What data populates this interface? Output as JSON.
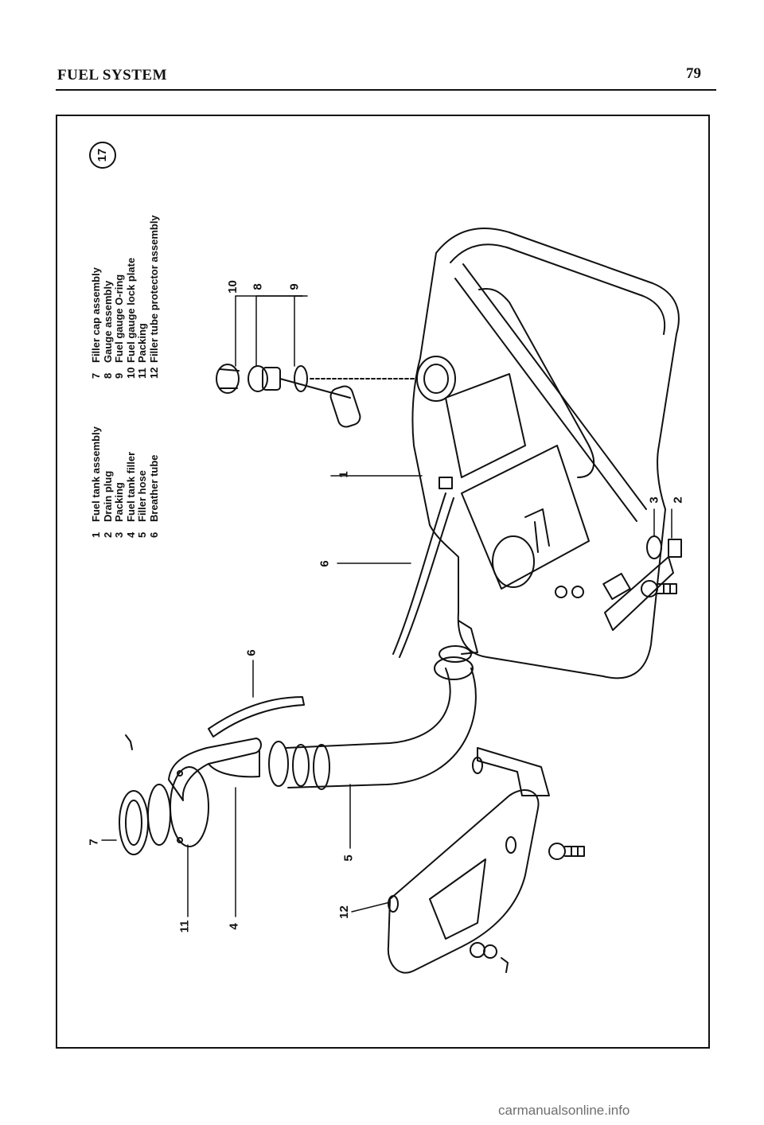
{
  "header": {
    "title": "FUEL SYSTEM",
    "page_number": "79"
  },
  "figure": {
    "number": "17"
  },
  "legend": {
    "col_a": [
      {
        "num": "1",
        "label": "Fuel tank assembly"
      },
      {
        "num": "2",
        "label": "Drain plug"
      },
      {
        "num": "3",
        "label": "Packing"
      },
      {
        "num": "4",
        "label": "Fuel tank filler"
      },
      {
        "num": "5",
        "label": "Filler hose"
      },
      {
        "num": "6",
        "label": "Breather tube"
      }
    ],
    "col_b": [
      {
        "num": "7",
        "label": "Filler cap assembly"
      },
      {
        "num": "8",
        "label": "Gauge assembly"
      },
      {
        "num": "9",
        "label": "Fuel gauge O-ring"
      },
      {
        "num": "10",
        "label": "Fuel gauge lock plate"
      },
      {
        "num": "11",
        "label": "Packing"
      },
      {
        "num": "12",
        "label": "Filler tube protector assembly"
      }
    ]
  },
  "callouts": {
    "c1": "1",
    "c2": "2",
    "c3": "3",
    "c4": "4",
    "c5": "5",
    "c6a": "6",
    "c6b": "6",
    "c7": "7",
    "c8": "8",
    "c9": "9",
    "c10": "10",
    "c11": "11",
    "c12": "12"
  },
  "watermark": "carmanualsonline.info"
}
